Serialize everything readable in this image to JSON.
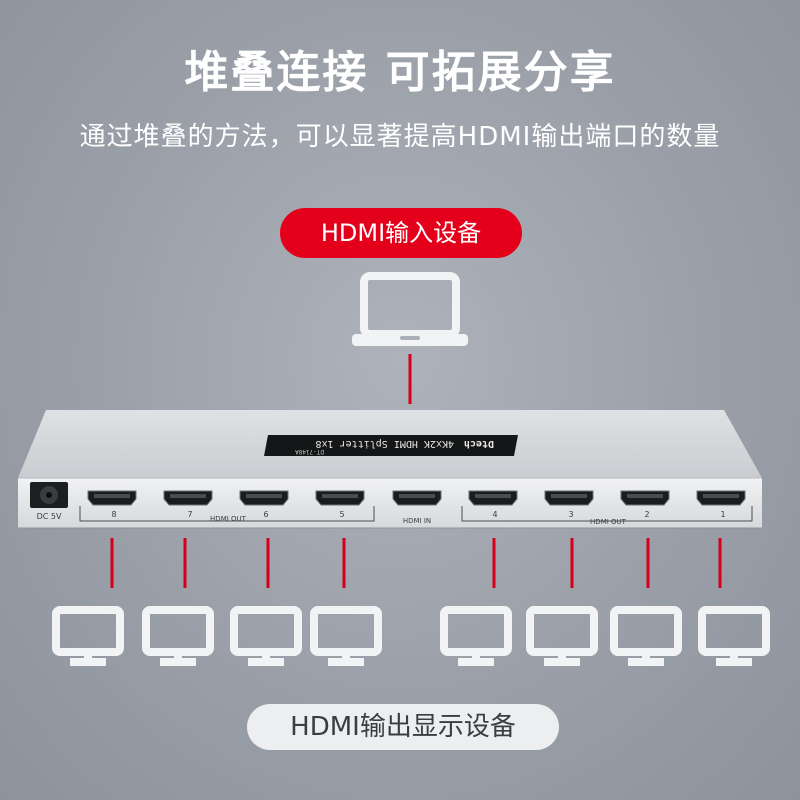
{
  "header": {
    "title": "堆叠连接 可拓展分享",
    "subtitle": "通过堆叠的方法，可以显著提高HDMI输出端口的数量"
  },
  "input_label": "HDMI输入设备",
  "output_label": "HDMI输出显示设备",
  "device": {
    "brand": "Dtech",
    "model_label": "4Kx2K HDMI Splitter 1x8",
    "model_code": "DT-7148A",
    "dc_label": "DC 5V",
    "hdmi_in_label": "HDMI IN",
    "hdmi_out_label_left": "HDMI OUT",
    "hdmi_out_label_right": "HDMI OUT",
    "ports_left": [
      "8",
      "7",
      "6",
      "5"
    ],
    "ports_right": [
      "4",
      "3",
      "2",
      "1"
    ]
  },
  "colors": {
    "accent_red": "#e4001b",
    "link_red": "#d40018",
    "icon_white": "#f2f3f5"
  },
  "icons": {
    "input_device": "laptop-icon",
    "output_device": "monitor-icon"
  },
  "monitor_count": 8
}
